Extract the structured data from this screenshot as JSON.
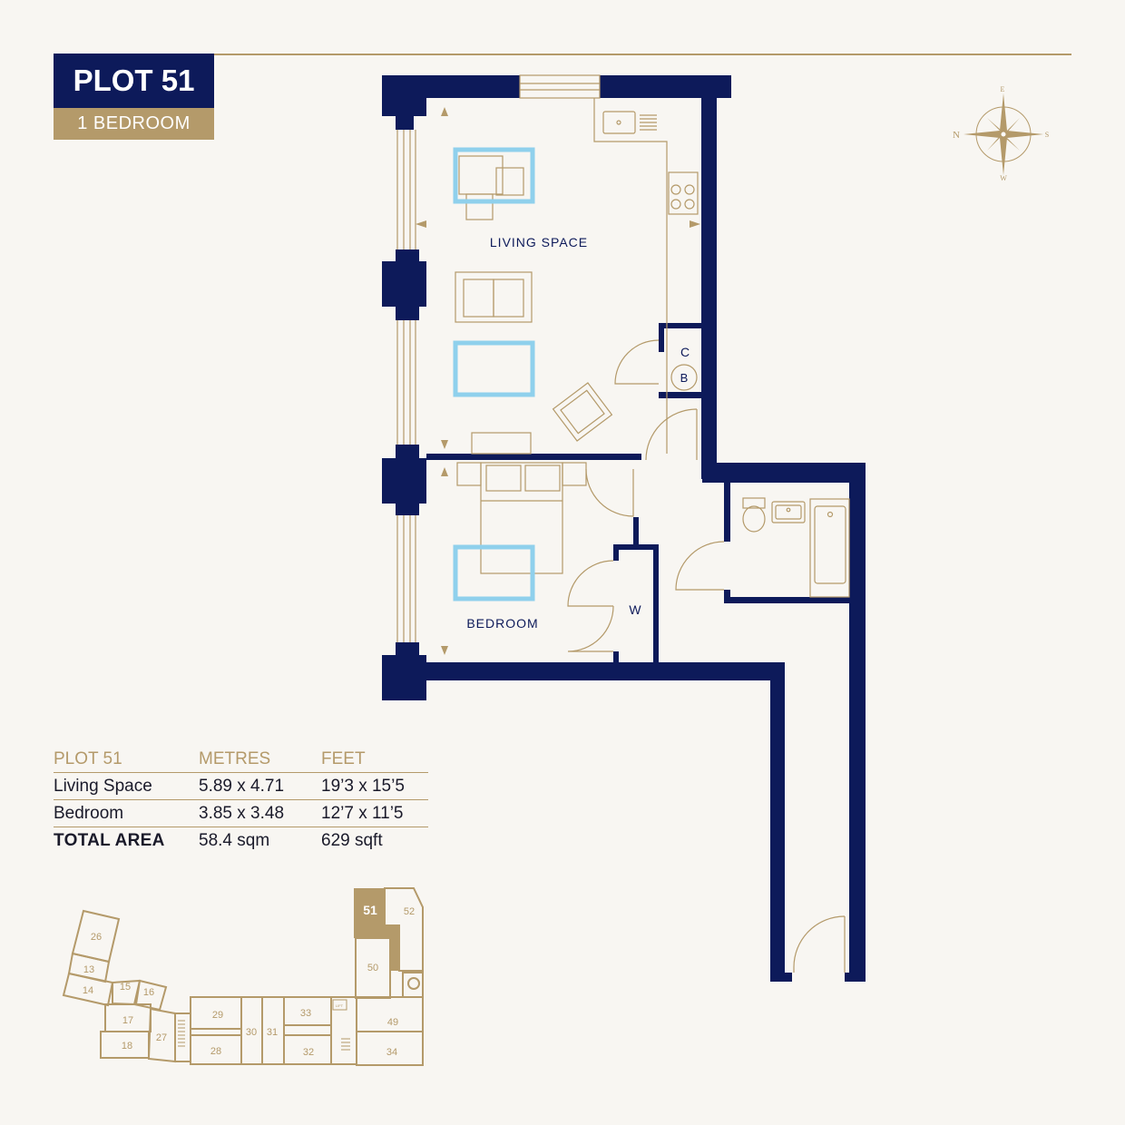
{
  "header": {
    "plot_label": "PLOT 51",
    "bedroom_label": "1 BEDROOM"
  },
  "rooms": {
    "living": "LIVING SPACE",
    "bedroom": "BEDROOM",
    "cupboard": "C",
    "boiler": "B",
    "wardrobe": "W"
  },
  "compass": {
    "n": "N",
    "e": "E",
    "s": "S",
    "w": "W"
  },
  "dimensions": {
    "headers": [
      "PLOT 51",
      "METRES",
      "FEET"
    ],
    "rows": [
      [
        "Living Space",
        "5.89 x 4.71",
        "19’3 x 15’5"
      ],
      [
        "Bedroom",
        "3.85 x 3.48",
        "12’7 x 11’5"
      ],
      [
        "TOTAL AREA",
        "58.4 sqm",
        "629 sqft"
      ]
    ]
  },
  "keyplan": {
    "highlighted": "51",
    "units": [
      "26",
      "13",
      "14",
      "15",
      "16",
      "17",
      "18",
      "27",
      "29",
      "28",
      "30",
      "31",
      "33",
      "32",
      "50",
      "52",
      "49",
      "34"
    ],
    "lift_label": "LIFT"
  },
  "colors": {
    "navy": "#0d1a5a",
    "gold": "#b49a6a",
    "highlight": "#8fd0ec",
    "background": "#f8f6f2"
  }
}
